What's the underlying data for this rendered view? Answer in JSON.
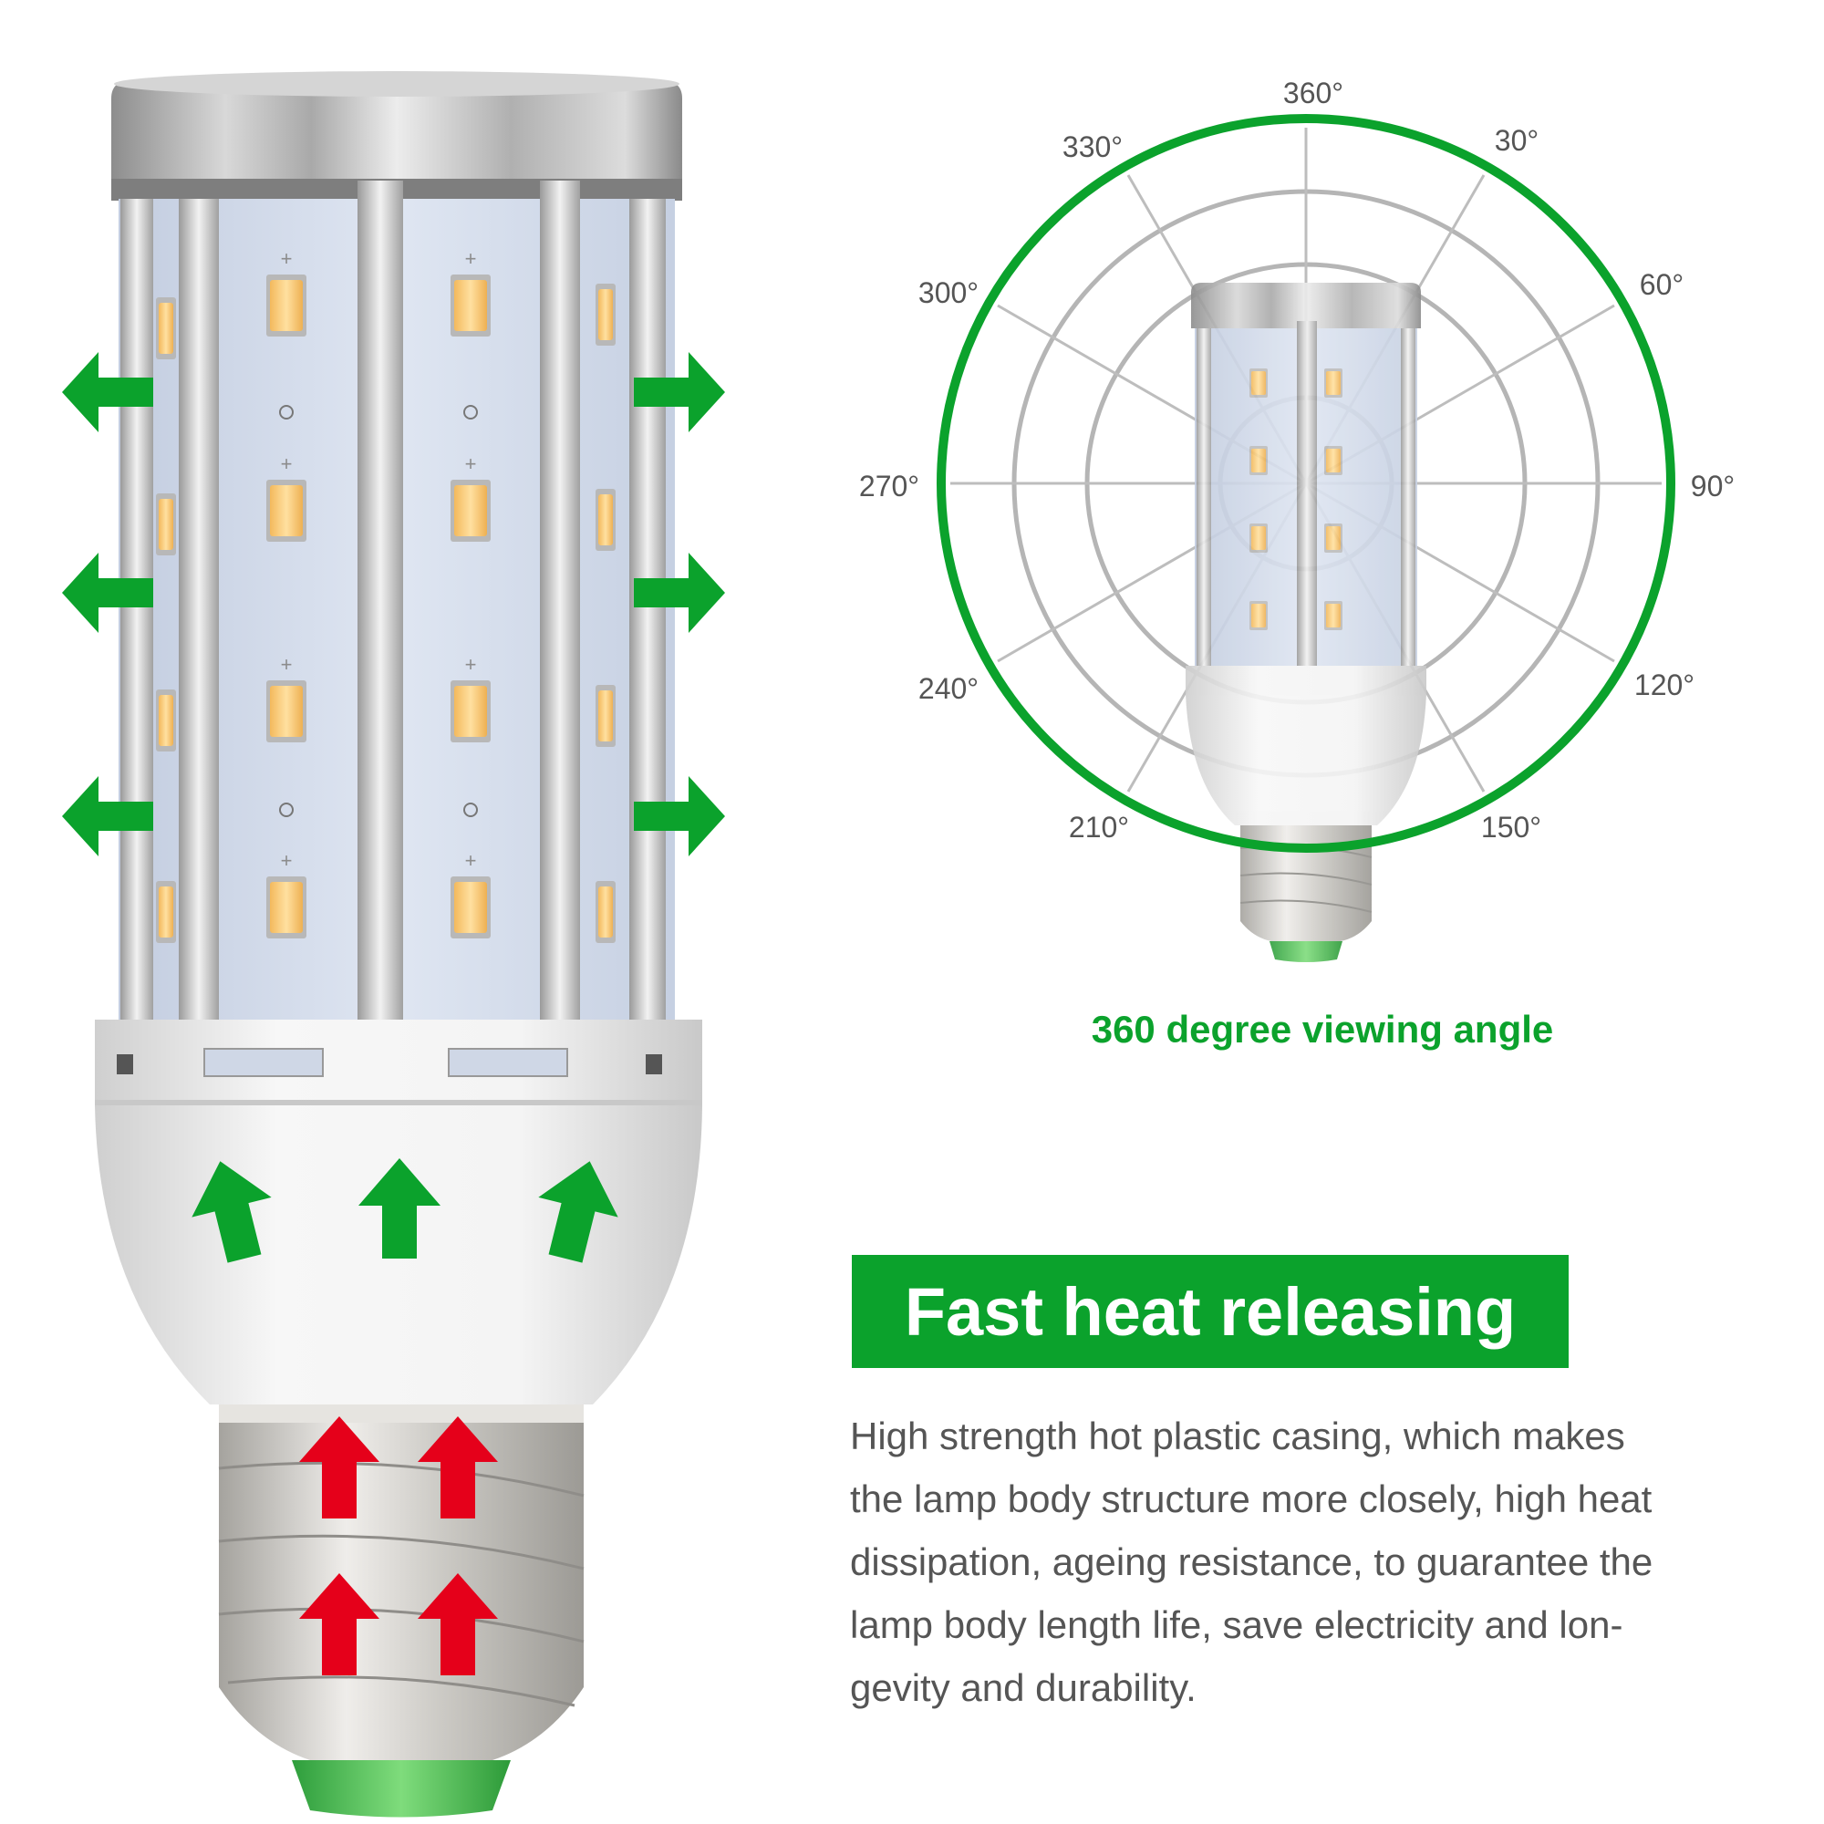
{
  "colors": {
    "accent_green": "#0ba22c",
    "heat_red": "#e5001a",
    "text_gray": "#555555",
    "grid_gray": "#b5b5b5"
  },
  "viewing_angle": {
    "caption": "360 degree viewing angle",
    "degree_labels": [
      "360°",
      "30°",
      "60°",
      "90°",
      "120°",
      "150°",
      "210°",
      "240°",
      "270°",
      "300°",
      "330°"
    ]
  },
  "feature": {
    "title": "Fast heat releasing",
    "description_lines": [
      "High strength hot plastic casing, which makes",
      "the lamp body structure more closely, high heat",
      "dissipation, ageing resistance, to guarantee the",
      "lamp body length life, save electricity and lon-",
      "gevity and durability."
    ]
  },
  "icons": {
    "side_arrows": "arrow-outward-icon",
    "base_arrows": "arrow-up-icon",
    "socket_arrows": "arrow-up-icon"
  }
}
